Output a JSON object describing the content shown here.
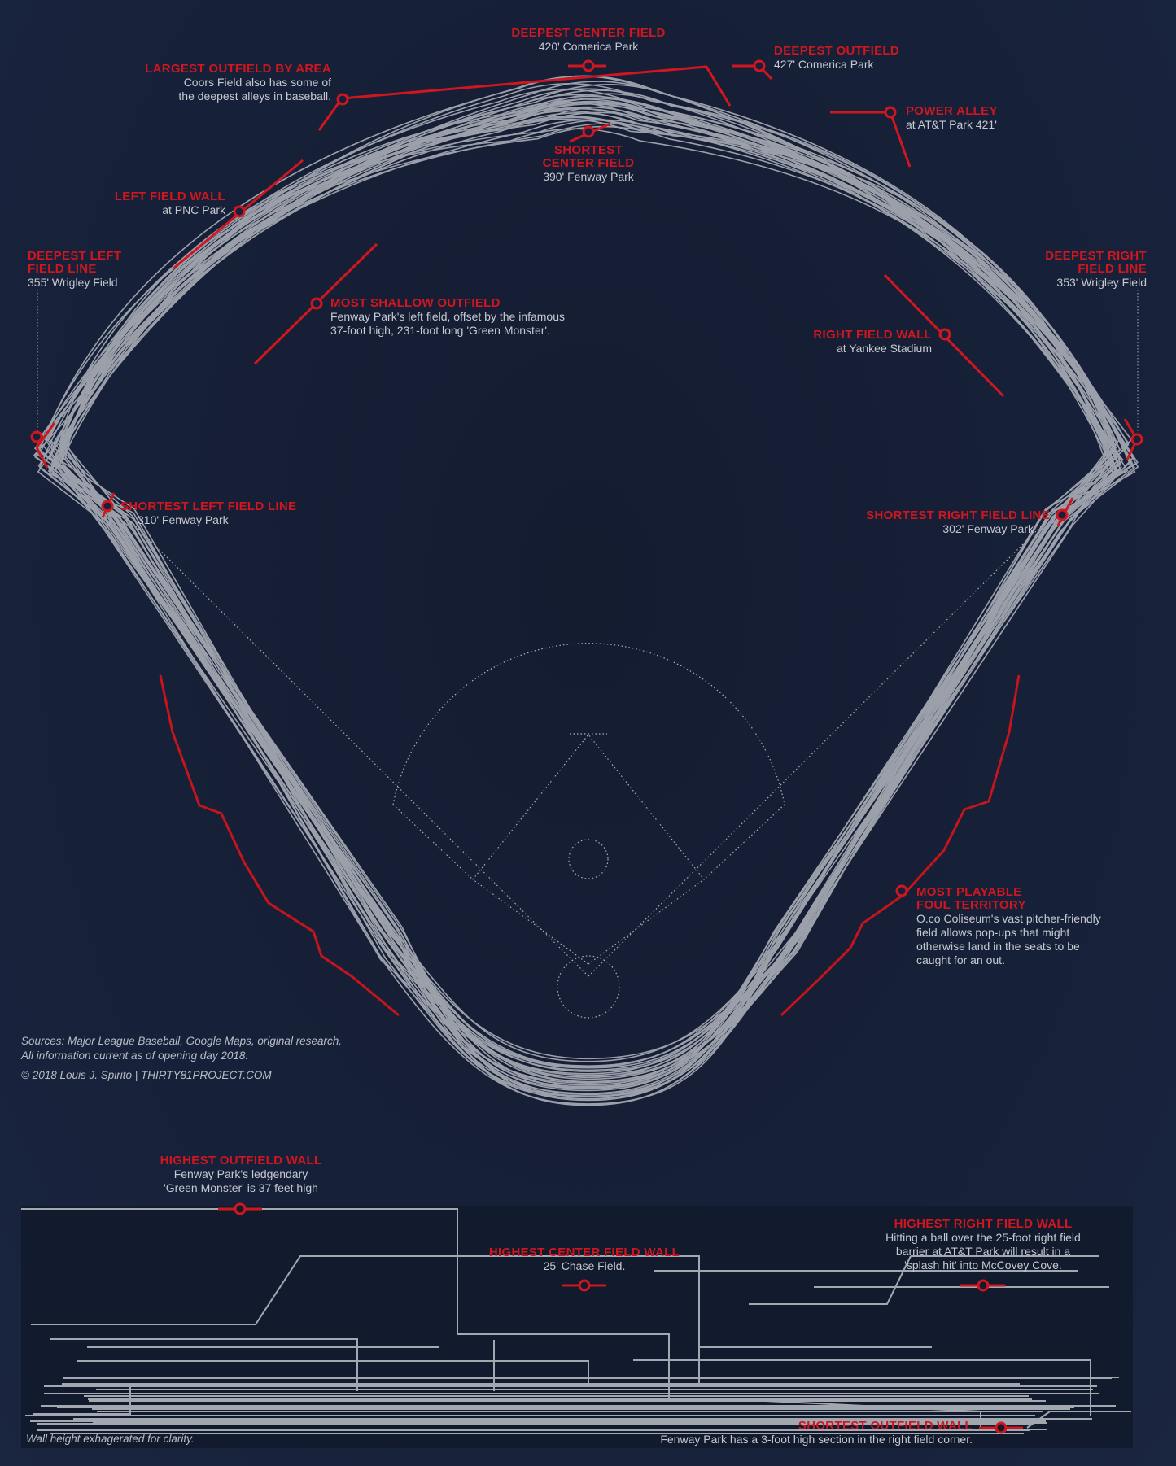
{
  "colors": {
    "background": "#17203a",
    "accent": "#d0161f",
    "lines": "#b8bcc4"
  },
  "callouts": {
    "deepest_center": {
      "title": "DEEPEST CENTER FIELD",
      "lines": [
        "420' Comerica Park"
      ]
    },
    "deepest_outfield": {
      "title": "DEEPEST OUTFIELD",
      "lines": [
        "427' Comerica Park"
      ]
    },
    "largest_outfield": {
      "title": "LARGEST OUTFIELD BY AREA",
      "lines": [
        "Coors Field also has some of",
        "the deepest alleys in baseball."
      ]
    },
    "power_alley": {
      "title": "POWER ALLEY",
      "lines": [
        "at AT&T Park 421'"
      ]
    },
    "shortest_center": {
      "title": "SHORTEST CENTER FIELD",
      "title_lines": [
        "SHORTEST",
        "CENTER FIELD"
      ],
      "lines": [
        "390' Fenway Park"
      ]
    },
    "left_field_wall": {
      "title": "LEFT FIELD WALL",
      "lines": [
        "at PNC Park"
      ]
    },
    "deepest_left": {
      "title_lines": [
        "DEEPEST LEFT",
        "FIELD LINE"
      ],
      "lines": [
        "355' Wrigley Field"
      ]
    },
    "deepest_right": {
      "title_lines": [
        "DEEPEST RIGHT",
        "FIELD LINE"
      ],
      "lines": [
        "353' Wrigley Field"
      ]
    },
    "most_shallow": {
      "title": "MOST SHALLOW OUTFIELD",
      "lines": [
        "Fenway Park's left field, offset by the infamous",
        "37-foot high, 231-foot long 'Green Monster'."
      ]
    },
    "right_field_wall": {
      "title": "RIGHT FIELD WALL",
      "lines": [
        "at Yankee Stadium"
      ]
    },
    "shortest_left": {
      "title": "SHORTEST LEFT FIELD LINE",
      "lines": [
        "310' Fenway Park"
      ]
    },
    "shortest_right": {
      "title": "SHORTEST RIGHT FIELD LINE",
      "lines": [
        "302' Fenway Park"
      ]
    },
    "most_foul": {
      "title_lines": [
        "MOST PLAYABLE",
        "FOUL TERRITORY"
      ],
      "lines": [
        "O.co Coliseum's vast pitcher-friendly",
        "field allows pop-ups that might",
        "otherwise land in the seats to be",
        "caught for an out."
      ]
    },
    "highest_outfield_wall": {
      "title": "HIGHEST OUTFIELD WALL",
      "lines": [
        "Fenway Park's ledgendary",
        "'Green Monster' is 37 feet high"
      ]
    },
    "highest_center_wall": {
      "title": "HIGHEST CENTER FIELD WALL",
      "lines": [
        "25' Chase Field."
      ]
    },
    "highest_right_wall": {
      "title": "HIGHEST RIGHT FIELD WALL",
      "lines": [
        "Hitting a ball over the 25-foot right field",
        "barrier at AT&T Park  will result in a",
        "'splash hit' into McCovey Cove."
      ]
    },
    "shortest_outfield_wall": {
      "title": "SHORTEST OUTFIELD WALL",
      "lines": [
        "Fenway Park has a 3-foot high section in the right field corner."
      ]
    }
  },
  "notes": {
    "sources": [
      "Sources: Major League Baseball, Google Maps, original research.",
      "All information current as of opening day 2018."
    ],
    "credit": "© 2018 Louis J. Spirito  |  THIRTY81PROJECT.COM",
    "wall_note": "Wall height exhagerated for clarity."
  }
}
